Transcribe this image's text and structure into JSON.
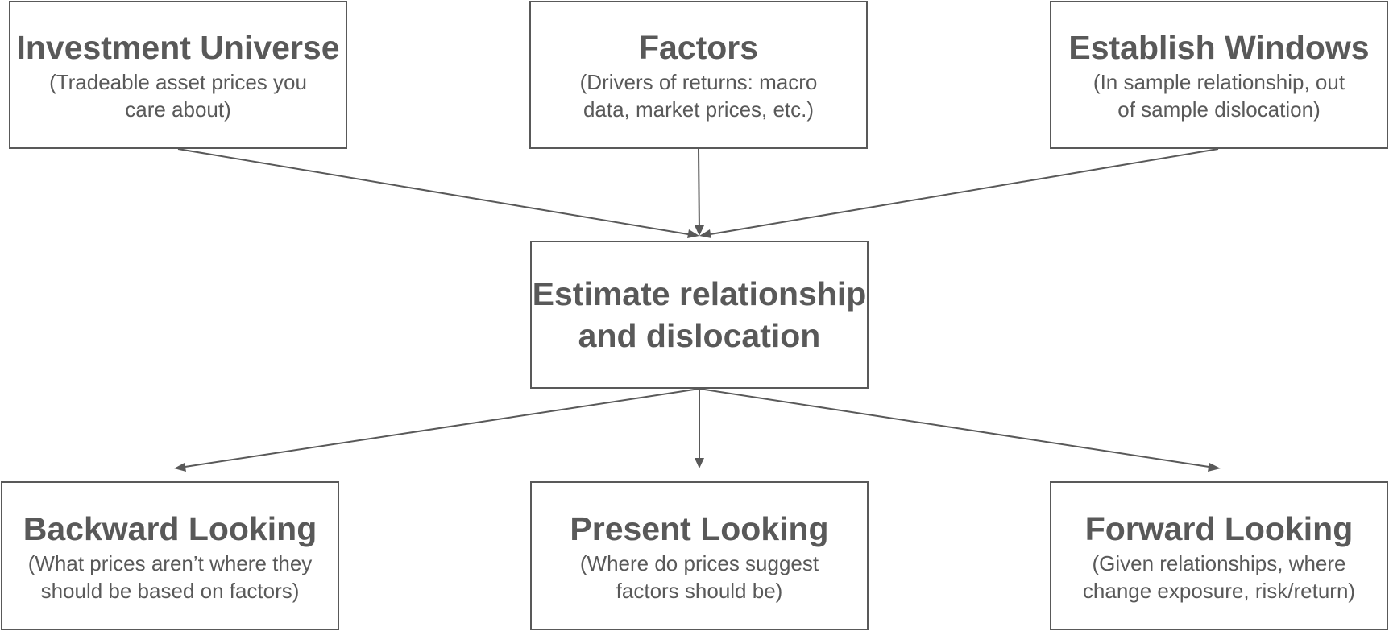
{
  "nodes": {
    "universe": {
      "title": "Investment Universe",
      "desc": "(Tradeable asset prices you care about)"
    },
    "factors": {
      "title": "Factors",
      "desc": "(Drivers of returns: macro data, market prices, etc.)"
    },
    "windows": {
      "title": "Establish Windows",
      "desc": "(In sample relationship, out of sample dislocation)"
    },
    "estimate": {
      "title": "Estimate relationship and dislocation"
    },
    "backward": {
      "title": "Backward Looking",
      "desc": "(What prices aren’t where they should be based on factors)"
    },
    "present": {
      "title": "Present Looking",
      "desc": "(Where do prices suggest factors should be)"
    },
    "forward": {
      "title": "Forward Looking",
      "desc": "(Given relationships, where change exposure, risk/return)"
    }
  },
  "edges": [
    {
      "from": "Investment Universe",
      "to": "Estimate relationship and dislocation"
    },
    {
      "from": "Factors",
      "to": "Estimate relationship and dislocation"
    },
    {
      "from": "Establish Windows",
      "to": "Estimate relationship and dislocation"
    },
    {
      "from": "Estimate relationship and dislocation",
      "to": "Backward Looking"
    },
    {
      "from": "Estimate relationship and dislocation",
      "to": "Present Looking"
    },
    {
      "from": "Estimate relationship and dislocation",
      "to": "Forward Looking"
    }
  ],
  "colors": {
    "stroke": "#595959",
    "text": "#595959",
    "background": "#ffffff"
  }
}
